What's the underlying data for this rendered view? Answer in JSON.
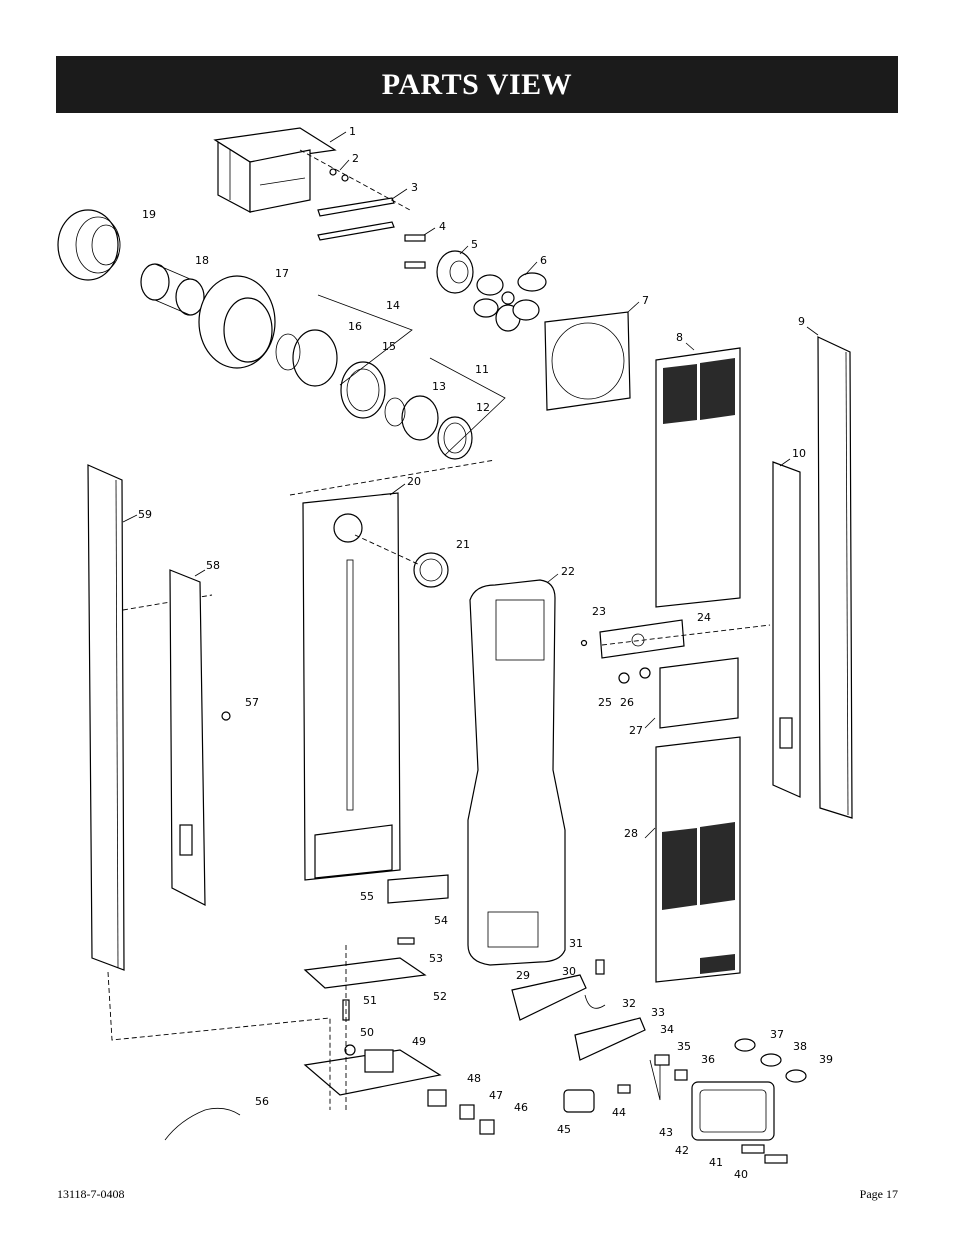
{
  "header": {
    "title": "PARTS VIEW"
  },
  "footer": {
    "doc_number": "13118-7-0408",
    "page": "Page 17"
  },
  "callouts": [
    "1",
    "2",
    "3",
    "4",
    "5",
    "6",
    "7",
    "8",
    "9",
    "10",
    "11",
    "12",
    "13",
    "14",
    "15",
    "16",
    "17",
    "18",
    "19",
    "20",
    "21",
    "22",
    "23",
    "24",
    "25",
    "26",
    "27",
    "28",
    "29",
    "30",
    "31",
    "32",
    "33",
    "34",
    "35",
    "36",
    "37",
    "38",
    "39",
    "40",
    "41",
    "42",
    "43",
    "44",
    "45",
    "46",
    "47",
    "48",
    "49",
    "50",
    "51",
    "52",
    "53",
    "54",
    "55",
    "56",
    "57",
    "58",
    "59"
  ]
}
